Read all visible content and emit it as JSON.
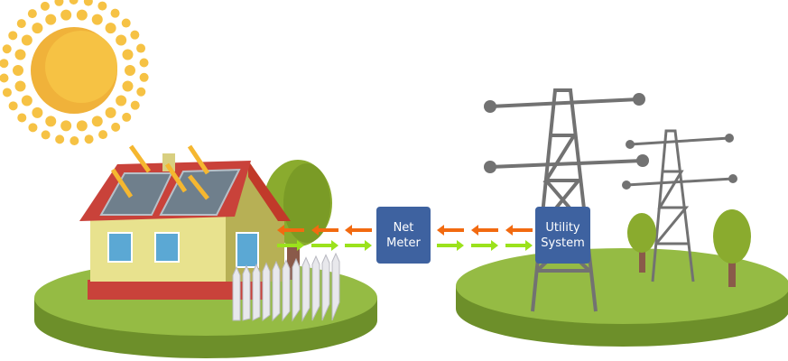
{
  "labels": {
    "net_meter": [
      "Net",
      "Meter"
    ],
    "utility_system": [
      "Utility",
      "System"
    ]
  },
  "colors": {
    "box": "#3e62a0",
    "arrow_to_house": "#f26a10",
    "arrow_to_grid": "#9be21c",
    "sun": "#f6c244",
    "ground": "#8db33a",
    "roof": "#d2402e",
    "house_wall": "#e6e08a",
    "tower": "#707070"
  },
  "icons": [
    "sun-icon",
    "house-icon",
    "solar-panel-icon",
    "tree-icon",
    "fence-icon",
    "power-tower-icon"
  ]
}
